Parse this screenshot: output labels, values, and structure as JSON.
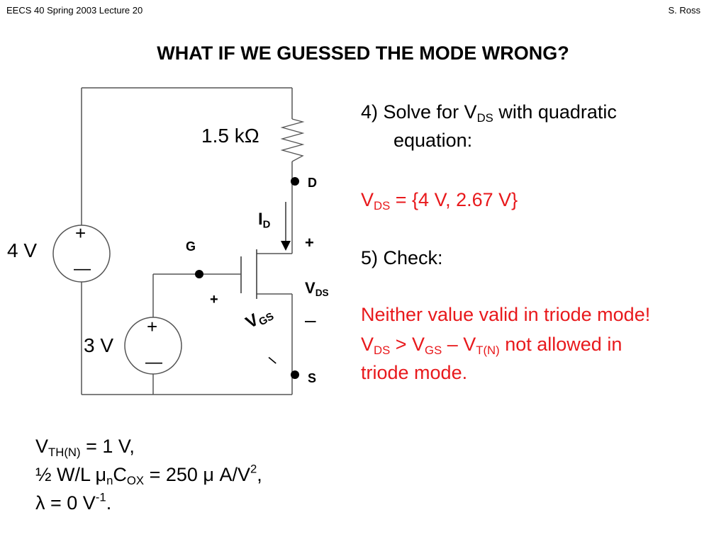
{
  "header": {
    "left": "EECS 40 Spring 2003  Lecture 20",
    "right": "S. Ross"
  },
  "title": "WHAT IF WE GUESSED THE MODE WRONG?",
  "circuit": {
    "resistor_label": "1.5 kΩ",
    "source_vdd": "4 V",
    "source_vgs": "3 V",
    "plus": "+",
    "minus": "—",
    "node_d": "D",
    "node_g": "G",
    "node_s": "S",
    "id_main": "I",
    "id_sub": "D",
    "vds_main": "V",
    "vds_sub": "DS",
    "vgs_main": "V",
    "vgs_sub": "GS",
    "vgs_plus": "+",
    "vgs_minus": "–",
    "vds_plus": "+",
    "vds_minus": "–"
  },
  "panel": {
    "step4_a": "4)  Solve for V",
    "step4_sub": "DS",
    "step4_b": " with quadratic",
    "step4_c": "equation:",
    "result_main": "V",
    "result_sub": "DS",
    "result_rest": " = {4 V, 2.67 V}",
    "step5": "5) Check:",
    "conclusion1": "Neither value valid in triode mode!",
    "c2_v1": "V",
    "c2_s1": "DS",
    "c2_t1": " > V",
    "c2_s2": "GS",
    "c2_t2": " – V",
    "c2_s3": "T(N)",
    "c2_t3": " not allowed in",
    "conclusion3": "triode mode."
  },
  "params": {
    "p1_main": "V",
    "p1_sub": "TH(N)",
    "p1_rest": " = 1 V,",
    "p2_a": "½ W/L μ",
    "p2_sub1": "n",
    "p2_b": "C",
    "p2_sub2": "OX",
    "p2_c": " = 250 μ A/V",
    "p2_sup": "2",
    "p2_d": ",",
    "p3_a": "λ = 0 V",
    "p3_sup": "-1",
    "p3_b": "."
  }
}
